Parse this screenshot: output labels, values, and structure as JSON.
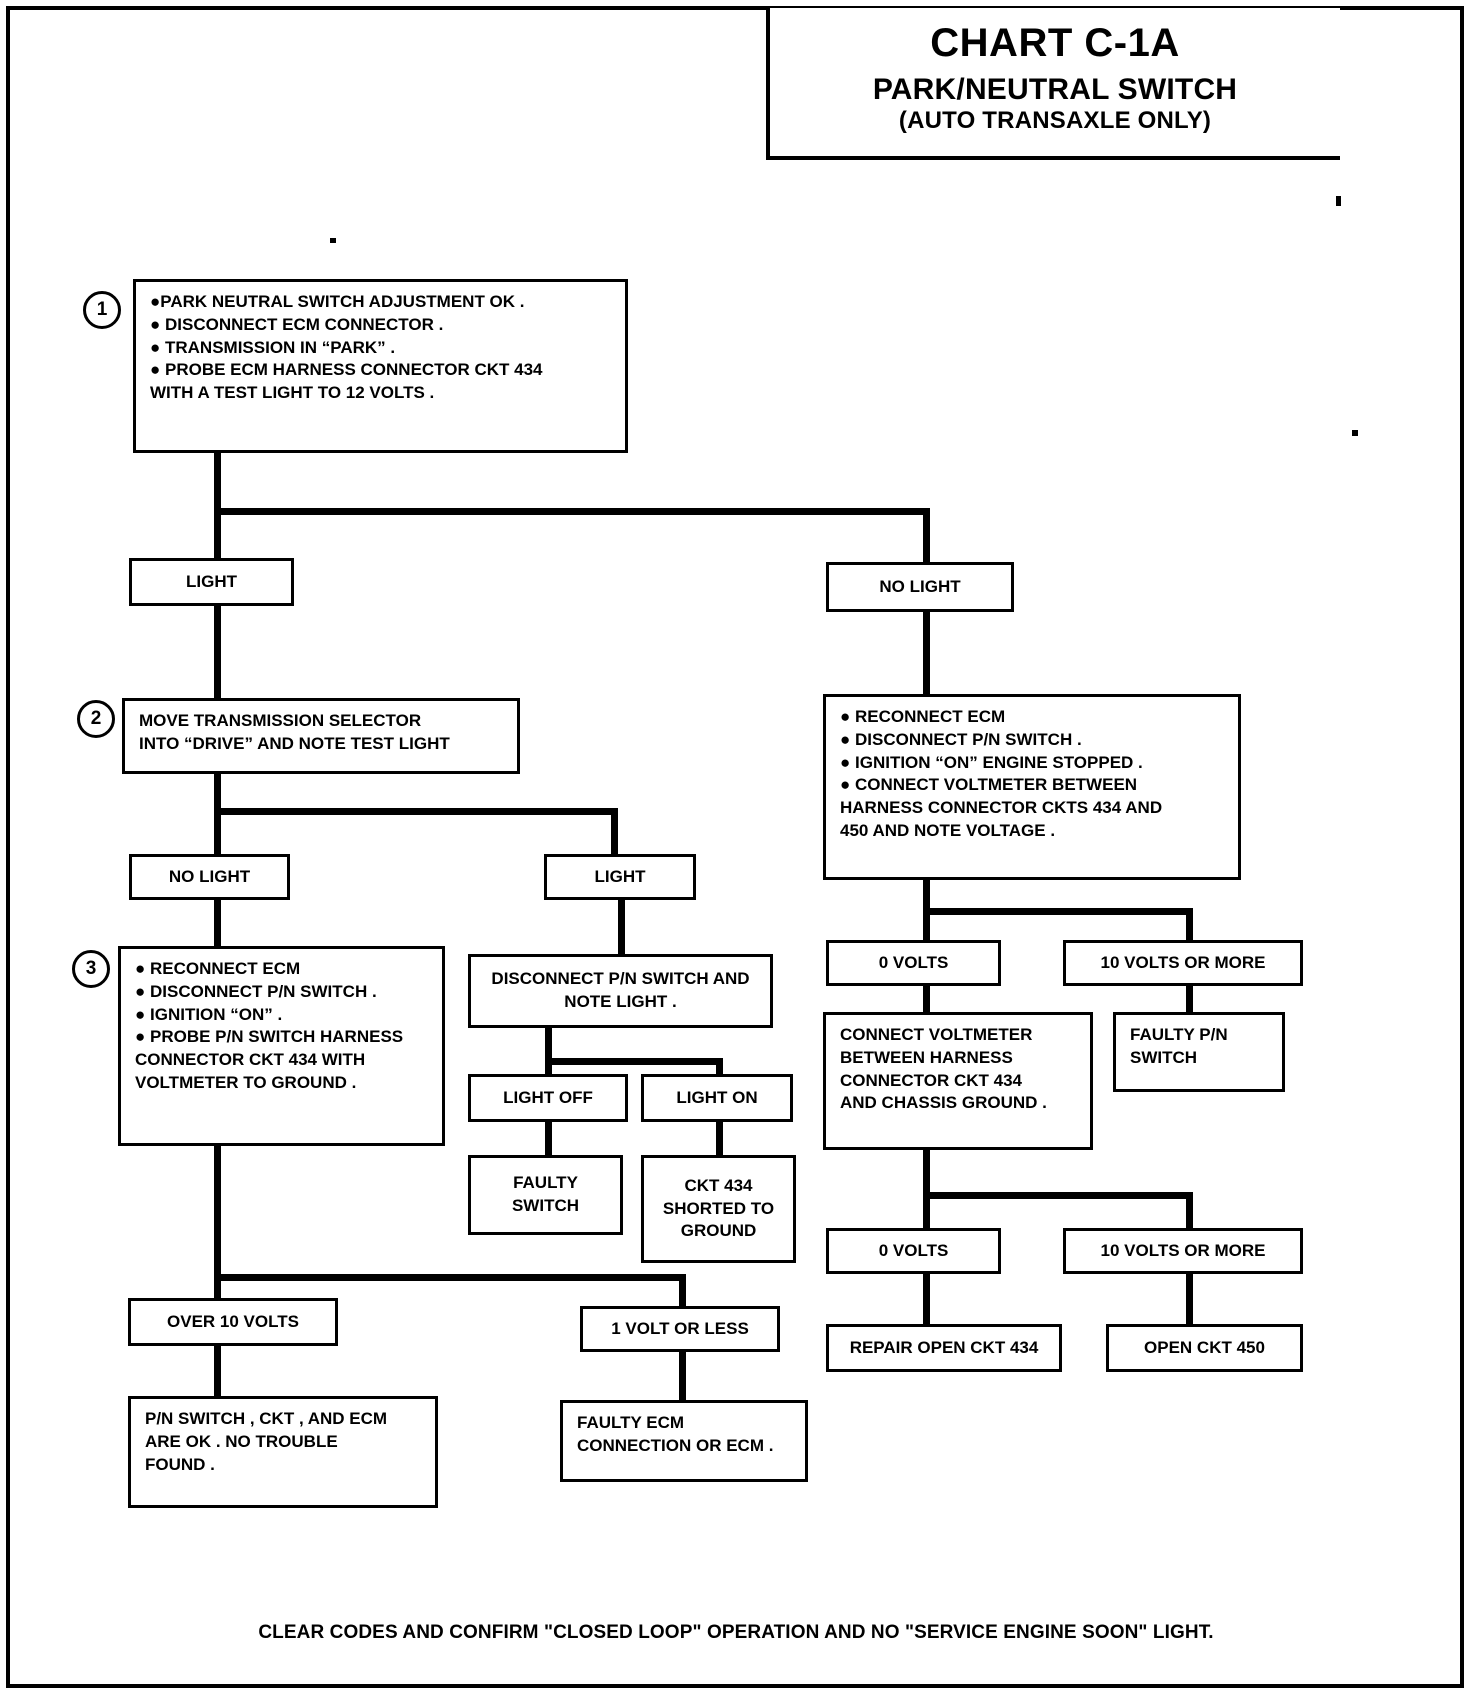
{
  "title": {
    "chart_id": "CHART C-1A",
    "subtitle_1": "PARK/NEUTRAL SWITCH",
    "subtitle_2": "(AUTO TRANSAXLE ONLY)"
  },
  "colors": {
    "ink": "#000000",
    "paper": "#ffffff"
  },
  "steps": {
    "one": "1",
    "two": "2",
    "three": "3"
  },
  "nodes": {
    "step1": {
      "lines": [
        "●PARK NEUTRAL  SWITCH ADJUSTMENT OK .",
        "● DISCONNECT ECM CONNECTOR .",
        "● TRANSMISSION IN “PARK” .",
        "● PROBE ECM HARNESS CONNECTOR CKT 434",
        "WITH A TEST LIGHT TO 12 VOLTS ."
      ]
    },
    "light_left": "LIGHT",
    "no_light_right": "NO LIGHT",
    "step2": {
      "lines": [
        " MOVE TRANSMISSION SELECTOR",
        "INTO “DRIVE” AND NOTE  TEST LIGHT"
      ]
    },
    "right_reconnect": {
      "lines": [
        "● RECONNECT ECM",
        "● DISCONNECT P/N SWITCH .",
        "● IGNITION “ON” ENGINE STOPPED .",
        "● CONNECT VOLTMETER BETWEEN",
        "HARNESS CONNECTOR CKTS 434 AND",
        "450 AND NOTE VOLTAGE ."
      ]
    },
    "no_light_mid": "NO LIGHT",
    "light_mid": "LIGHT",
    "volts_0_a": "0  VOLTS",
    "volts_10_a": "10  VOLTS OR MORE",
    "step3": {
      "lines": [
        "● RECONNECT ECM",
        "● DISCONNECT P/N SWITCH .",
        "● IGNITION “ON” .",
        "● PROBE P/N SWITCH HARNESS",
        "CONNECTOR CKT 434 WITH",
        "VOLTMETER TO GROUND ."
      ]
    },
    "disconnect_note": {
      "lines": [
        "DISCONNECT P/N SWITCH AND",
        "NOTE LIGHT ."
      ]
    },
    "connect_voltmeter_chassis": {
      "lines": [
        "CONNECT VOLTMETER",
        "BETWEEN HARNESS",
        "CONNECTOR CKT 434",
        "AND CHASSIS GROUND ."
      ]
    },
    "faulty_pn_switch": {
      "lines": [
        "FAULTY P/N",
        "SWITCH"
      ]
    },
    "light_off": "LIGHT OFF",
    "light_on": "LIGHT ON",
    "faulty_switch": {
      "lines": [
        "FAULTY",
        "SWITCH"
      ]
    },
    "ckt434_shorted": {
      "lines": [
        "CKT 434",
        "SHORTED TO",
        "GROUND"
      ]
    },
    "volts_0_b": "0  VOLTS",
    "volts_10_b": "10  VOLTS OR MORE",
    "over_10_volts": "OVER 10  VOLTS",
    "one_volt_or_less": "1  VOLT OR LESS",
    "repair_open_ckt434": "REPAIR OPEN CKT 434",
    "open_ckt450": "OPEN CKT 450",
    "pn_ok": {
      "lines": [
        "P/N SWITCH , CKT , AND ECM",
        "ARE OK . NO TROUBLE",
        "FOUND ."
      ]
    },
    "faulty_ecm": {
      "lines": [
        "FAULTY ECM",
        "CONNECTION OR ECM ."
      ]
    }
  },
  "footer": "CLEAR CODES AND CONFIRM \"CLOSED LOOP\" OPERATION  AND NO \"SERVICE ENGINE SOON\" LIGHT."
}
